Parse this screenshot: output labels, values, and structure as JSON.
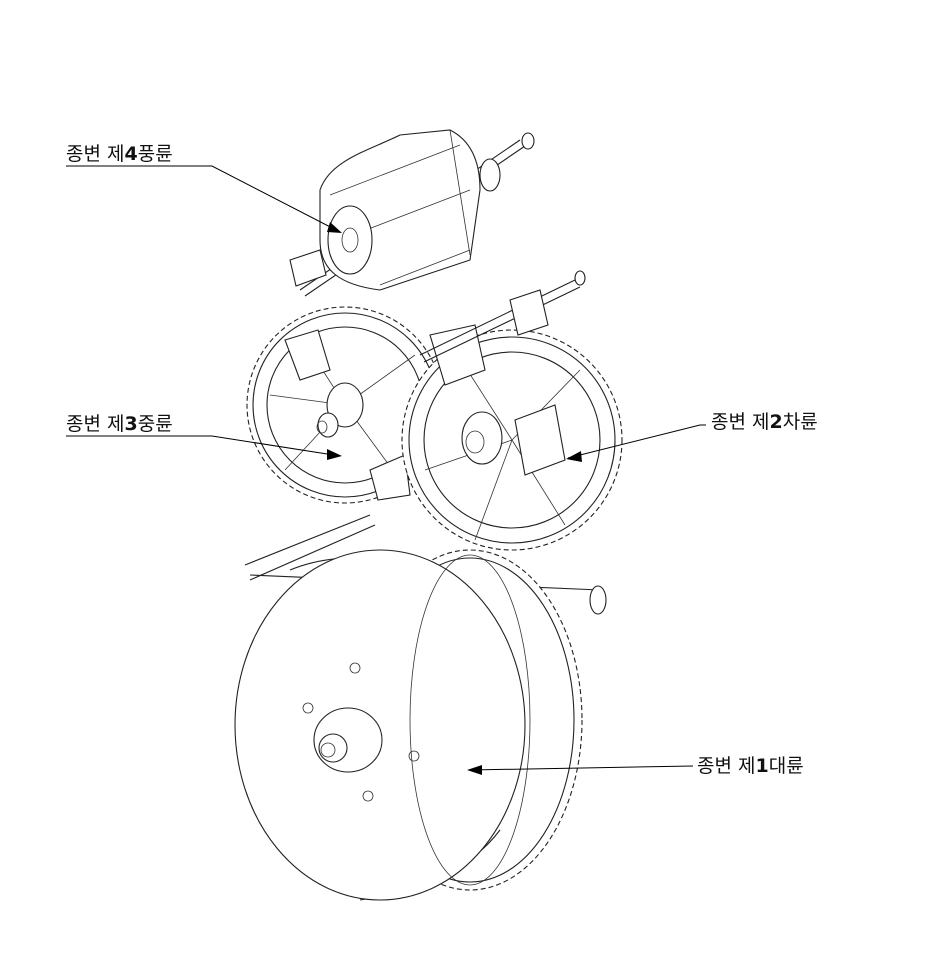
{
  "callouts": [
    {
      "id": "wheel-4",
      "prefix": "종변 제",
      "number": "4",
      "suffix": "풍륜"
    },
    {
      "id": "wheel-3",
      "prefix": "종변 제",
      "number": "3",
      "suffix": "중륜"
    },
    {
      "id": "wheel-2",
      "prefix": "종변 제",
      "number": "2",
      "suffix": "차륜"
    },
    {
      "id": "wheel-1",
      "prefix": "종변 제",
      "number": "1",
      "suffix": "대륜"
    }
  ]
}
